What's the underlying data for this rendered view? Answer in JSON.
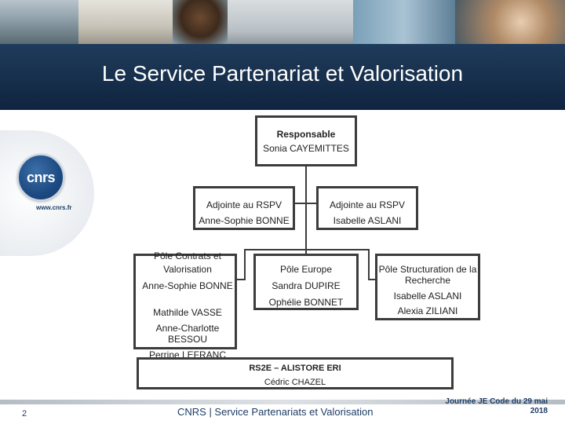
{
  "slide": {
    "title": "Le Service Partenariat et Valorisation",
    "logo": {
      "text": "cnrs",
      "url": "www.cnrs.fr"
    },
    "footer": {
      "page_number": "2",
      "center_text": "CNRS | Service Partenariats et Valorisation",
      "date_line1": "Journée JE Code du 29 mai",
      "date_line2": "2018"
    }
  },
  "org": {
    "head": {
      "role": "Responsable",
      "name": "Sonia CAYEMITTES"
    },
    "deputy_left": {
      "role": "Adjointe au RSPV",
      "name": "Anne-Sophie BONNE"
    },
    "deputy_right": {
      "role": "Adjointe au RSPV",
      "name": "Isabelle ASLANI"
    },
    "pole_contrats": {
      "title": "Pôle Contrats et Valorisation",
      "lead": "Anne-Sophie BONNE",
      "members": [
        "Mathilde VASSE",
        "Anne-Charlotte BESSOU",
        "Perrine  LEFRANC"
      ]
    },
    "pole_europe": {
      "title": "Pôle Europe",
      "lead": "Sandra DUPIRE",
      "members": [
        "Ophélie BONNET"
      ]
    },
    "pole_structuration": {
      "title": "Pôle Structuration de la Recherche",
      "lead": "Isabelle ASLANI",
      "members": [
        "Alexia ZILIANI"
      ]
    },
    "rs2e": {
      "title": "RS2E – ALISTORE ERI",
      "name": "Cédric CHAZEL"
    }
  }
}
